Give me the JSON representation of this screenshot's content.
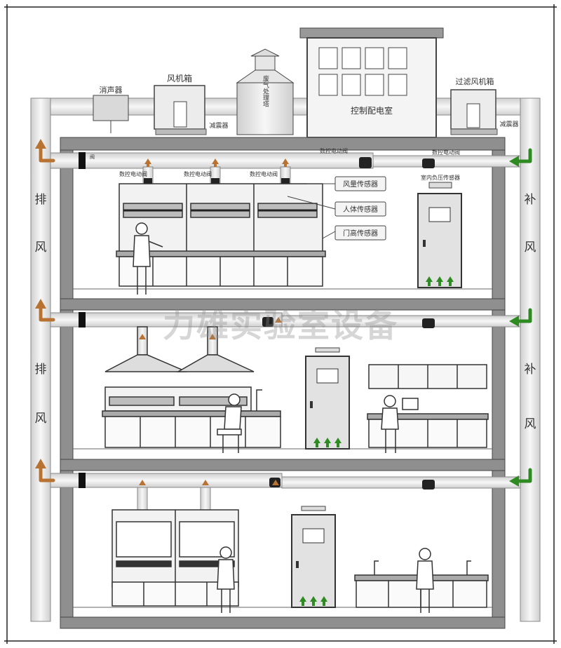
{
  "roof": {
    "muffler": "消声器",
    "fan_box": "风机箱",
    "damper_left": "减震器",
    "scrubber": "废气处理塔",
    "control_room": "控制配电室",
    "filter_fan_box": "过滤风机箱",
    "damper_right": "减震器"
  },
  "floor3": {
    "valve_exhaust_main": "数控电动阀",
    "valve_supply_main": "数控电动阀",
    "main_valve_tag": "阀",
    "hood_valves": [
      "数控电动阀",
      "数控电动阀",
      "数控电动阀"
    ],
    "room_pressure_sensor": "室内负压传感器",
    "callouts": [
      "风量传感器",
      "人体传感器",
      "门高传感器"
    ]
  },
  "left_side": [
    "排",
    "风",
    "排",
    "风"
  ],
  "right_side": [
    "补",
    "风",
    "补",
    "风"
  ],
  "watermark": "力雄实验室设备",
  "colors": {
    "exhaust_arrow": "#b87333",
    "supply_arrow": "#2e8b22",
    "floor_arrow": "#2e8b22",
    "structure": "#555555",
    "duct": "#e9e9e9"
  }
}
